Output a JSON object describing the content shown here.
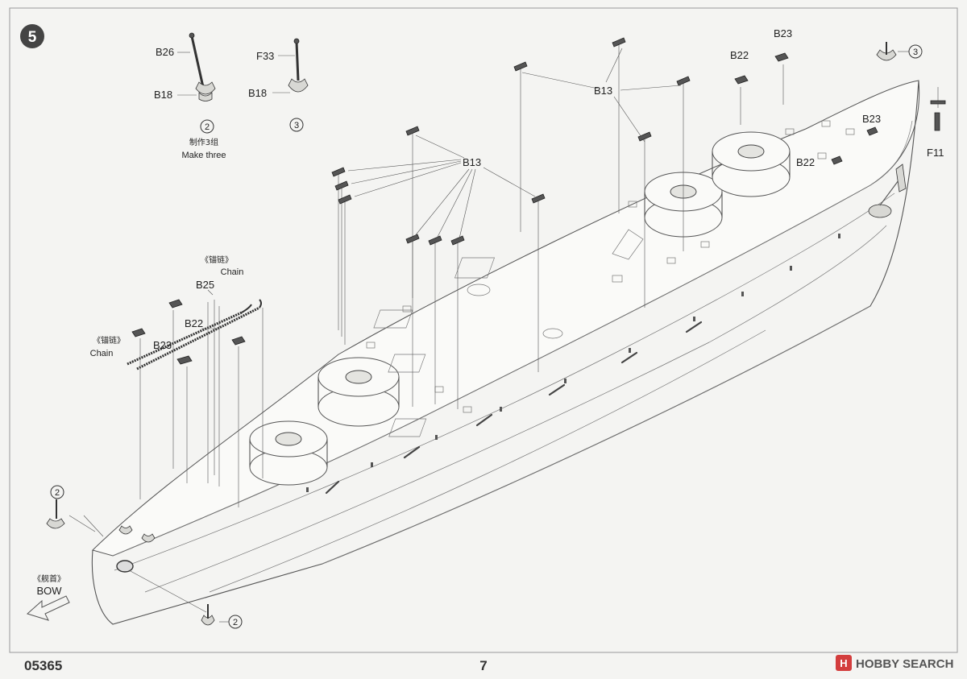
{
  "step": {
    "number": "5"
  },
  "parts": {
    "b26": "B26",
    "b18": "B18",
    "f33": "F33",
    "b13": "B13",
    "b22": "B22",
    "b23": "B23",
    "b25": "B25",
    "f11": "F11"
  },
  "callouts": {
    "two": "2",
    "three": "3"
  },
  "notes": {
    "make_three_cn": "制作3组",
    "make_three_en": "Make three",
    "chain_cn": "《锚链》",
    "chain_en": "Chain",
    "bow_cn": "《舰首》",
    "bow_en": "BOW"
  },
  "footer": {
    "product_code": "05365",
    "page_number": "7",
    "watermark": "HOBBY SEARCH",
    "watermark_mark": "H"
  },
  "colors": {
    "ink": "#333333",
    "paper": "#f4f4f2",
    "badge": "#444444",
    "watermark": "#d33d3d"
  }
}
